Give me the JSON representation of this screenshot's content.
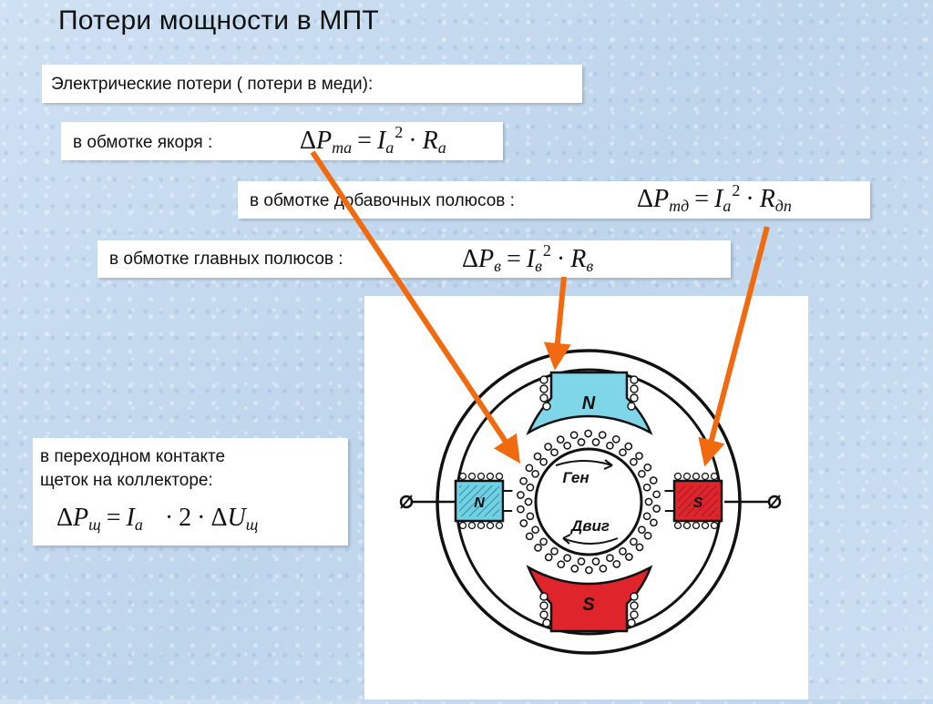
{
  "title": "Потери мощности в МПТ",
  "electrical_header": "Электрические потери ( потери в меди):",
  "armature": {
    "label": "в обмотке якоря :",
    "formula": {
      "delta": "Δ",
      "P": "P",
      "P_sub": "ma",
      "eq": "=",
      "I": "I",
      "I_sub": "a",
      "pow": "2",
      "dot": "·",
      "R": "R",
      "R_sub": "a"
    }
  },
  "additional_poles": {
    "label": "в обмотке добавочных полюсов :",
    "formula": {
      "delta": "Δ",
      "P": "P",
      "P_sub": "mд",
      "eq": "=",
      "I": "I",
      "I_sub": "a",
      "pow": "2",
      "dot": "·",
      "R": "R",
      "R_sub": "дn"
    }
  },
  "main_poles": {
    "label": "в обмотке главных полюсов :",
    "formula": {
      "delta": "Δ",
      "P": "P",
      "P_sub": "в",
      "eq": "=",
      "I": "I",
      "I_sub": "в",
      "pow": "2",
      "dot": "·",
      "R": "R",
      "R_sub": "в"
    }
  },
  "brush_contact": {
    "label_line1": "в переходном контакте",
    "label_line2": "щеток на коллекторе:",
    "formula": {
      "delta": "Δ",
      "P": "P",
      "P_sub": "щ",
      "eq": "=",
      "I": "I",
      "I_sub": "a",
      "dot1": "·",
      "two": "2",
      "dot2": "·",
      "delta2": "Δ",
      "U": "U",
      "U_sub": "щ"
    }
  },
  "diagram": {
    "pole_n": "N",
    "pole_s": "S",
    "brush_n": "N",
    "brush_s": "S",
    "gen_label": "Ген",
    "motor_label": "Двиг"
  },
  "colors": {
    "arrow": "#f26a10",
    "pole_n": "#7fd6e8",
    "pole_s": "#e0242c",
    "brush_n": "#6ed2e6",
    "brush_s": "#e0242c"
  }
}
